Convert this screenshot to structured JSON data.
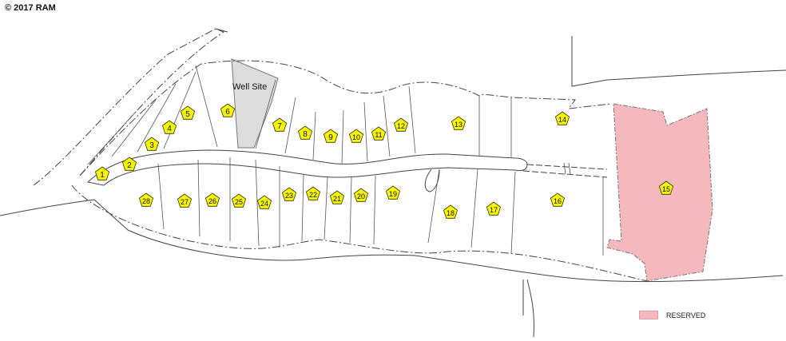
{
  "copyright": "© 2017 RAM",
  "well_site_label": "Well Site",
  "legend": {
    "label": "RESERVED",
    "color": "#f4b8bd"
  },
  "colors": {
    "lot_marker_fill": "#f5f500",
    "lot_marker_stroke": "#333300",
    "reserved_fill": "#f4b8bd",
    "well_site_fill": "#dcdcdc",
    "line_color": "#444444"
  },
  "lots": [
    {
      "id": "1"
    },
    {
      "id": "2"
    },
    {
      "id": "3"
    },
    {
      "id": "4"
    },
    {
      "id": "5"
    },
    {
      "id": "6"
    },
    {
      "id": "7"
    },
    {
      "id": "8"
    },
    {
      "id": "9"
    },
    {
      "id": "10"
    },
    {
      "id": "11"
    },
    {
      "id": "12"
    },
    {
      "id": "13"
    },
    {
      "id": "14"
    },
    {
      "id": "15"
    },
    {
      "id": "16"
    },
    {
      "id": "17"
    },
    {
      "id": "18"
    },
    {
      "id": "19"
    },
    {
      "id": "20"
    },
    {
      "id": "21"
    },
    {
      "id": "22"
    },
    {
      "id": "23"
    },
    {
      "id": "24"
    },
    {
      "id": "25"
    },
    {
      "id": "26"
    },
    {
      "id": "27"
    },
    {
      "id": "28"
    }
  ]
}
